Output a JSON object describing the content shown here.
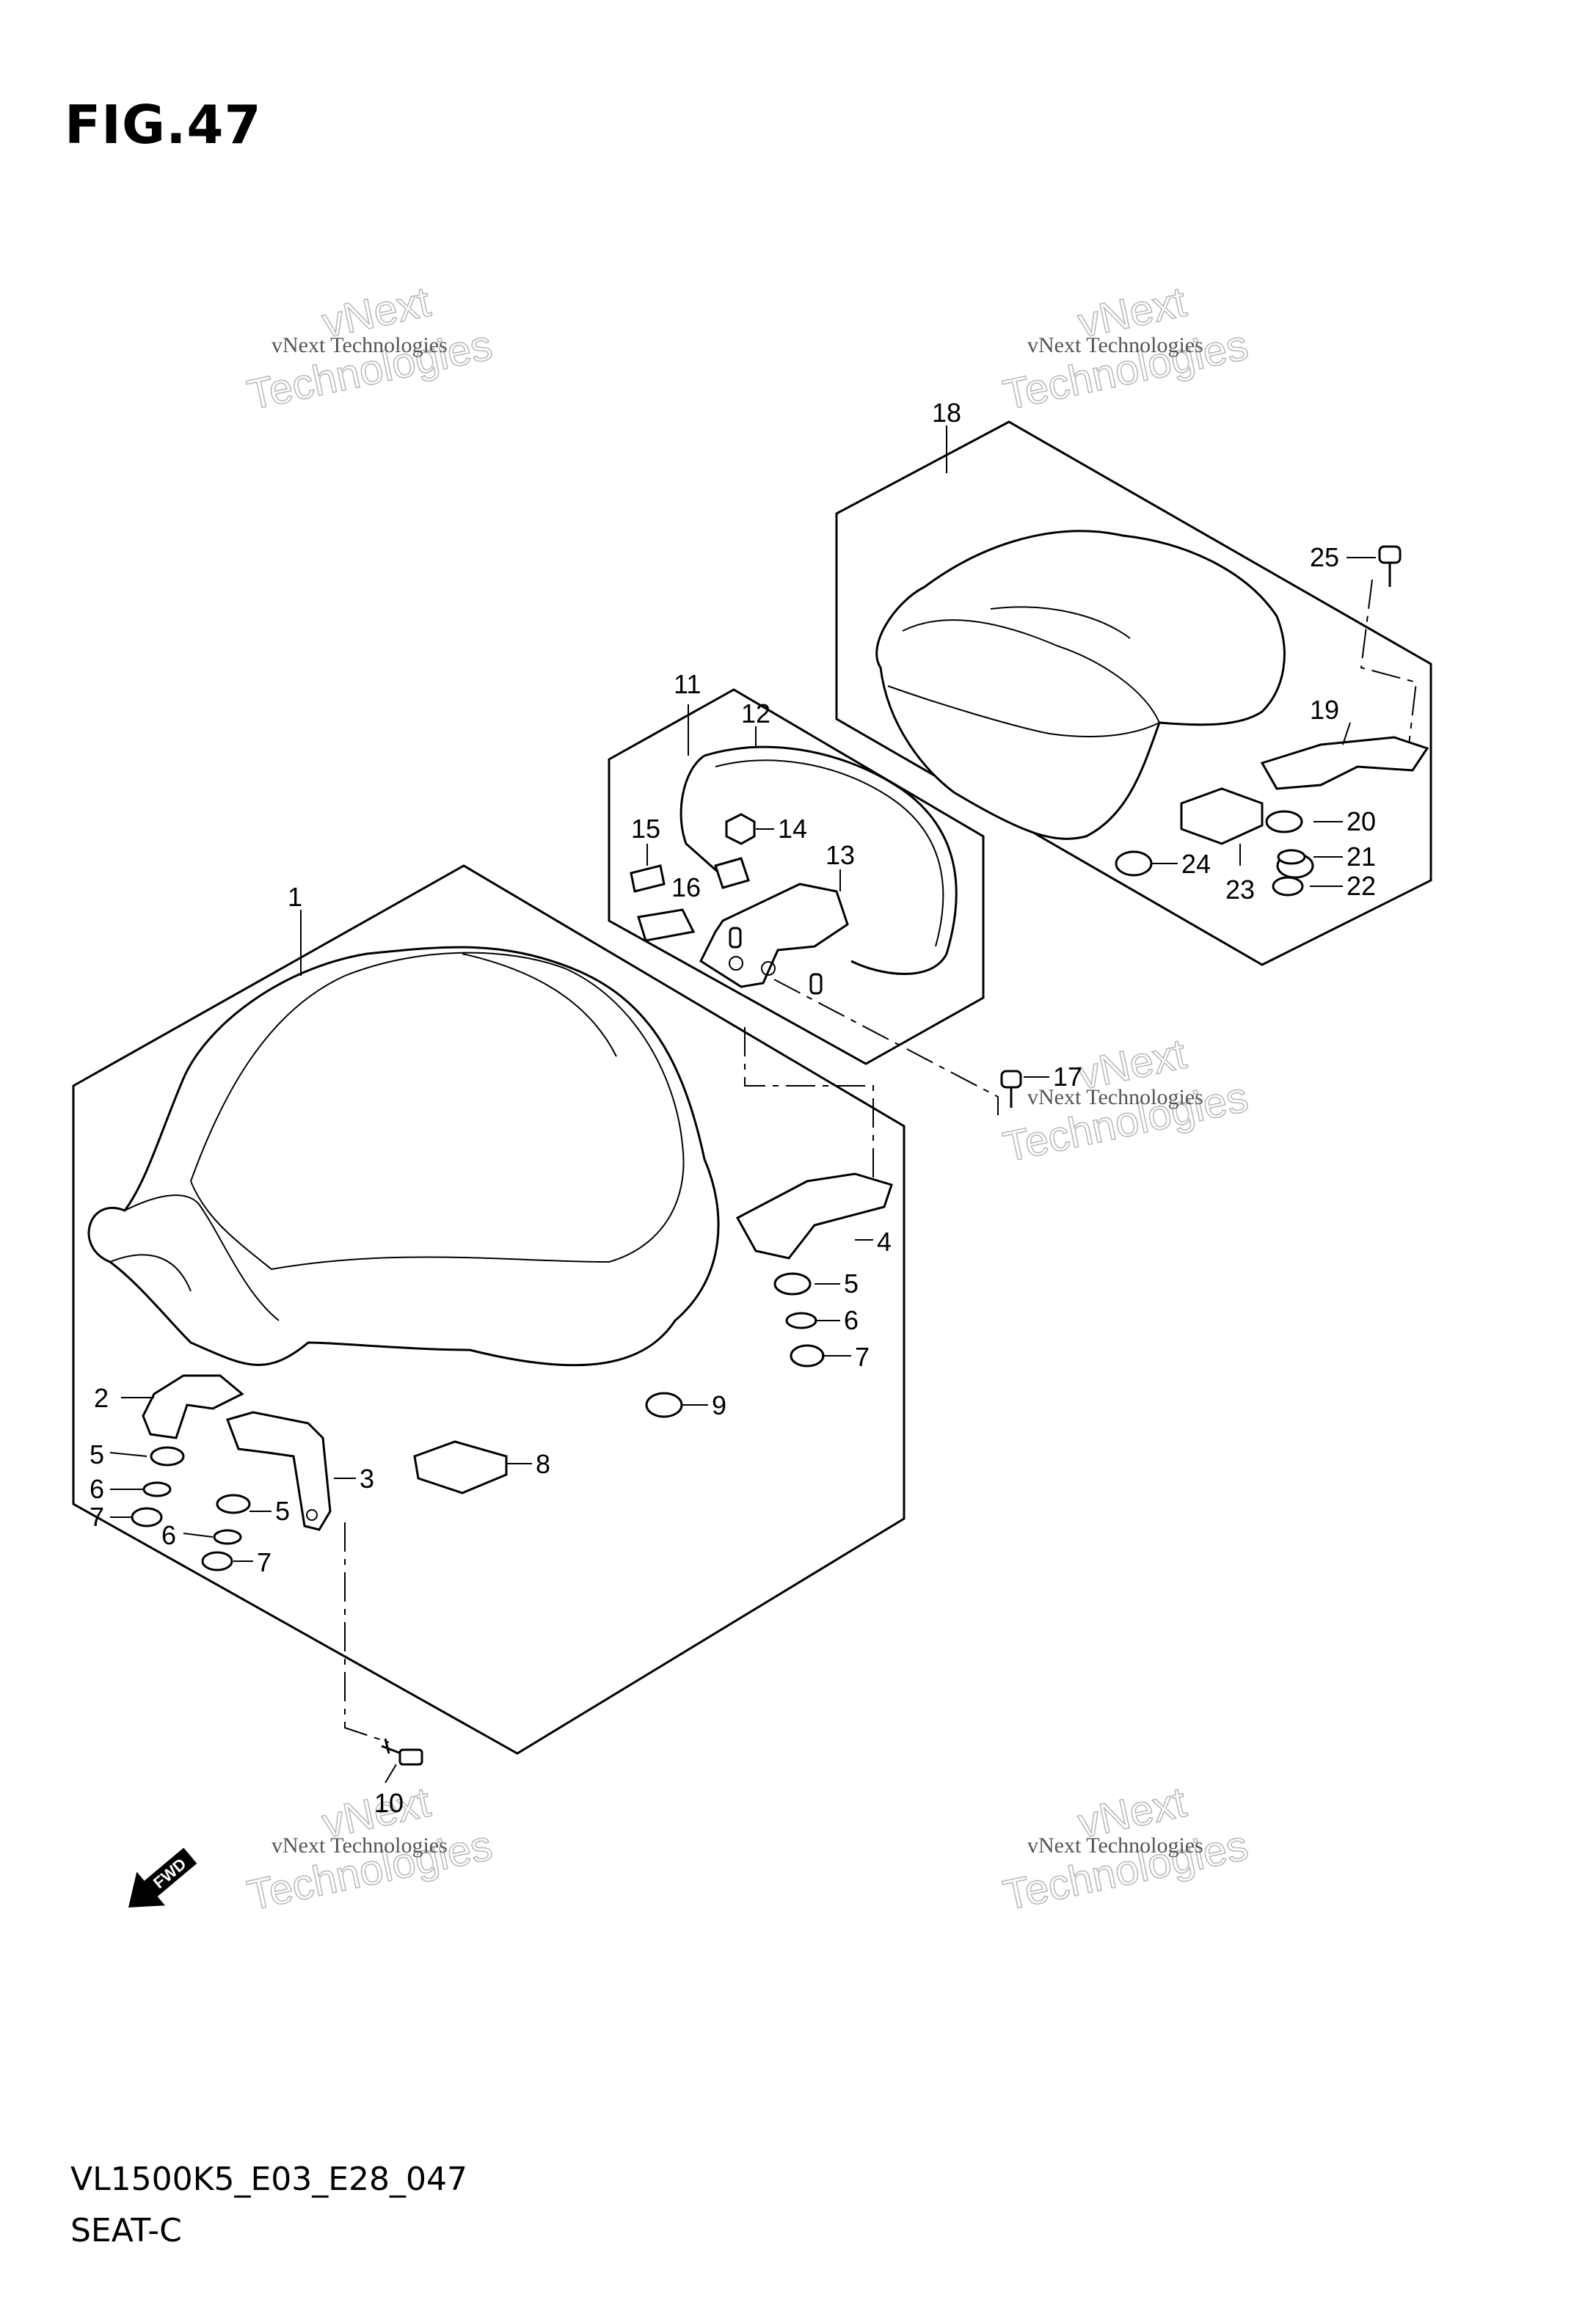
{
  "figure": {
    "title": "FIG.47"
  },
  "footer": {
    "model": "VL1500K5_E03_E28_047",
    "section": "SEAT-C"
  },
  "watermark": {
    "line1": "vNext Technologies",
    "line2": "Technologies",
    "top": "vNext"
  },
  "direction_label": "FWD",
  "callouts": [
    "1",
    "2",
    "3",
    "4",
    "5",
    "5",
    "5",
    "6",
    "6",
    "6",
    "7",
    "7",
    "7",
    "8",
    "9",
    "10",
    "11",
    "12",
    "13",
    "14",
    "15",
    "16",
    "17",
    "18",
    "19",
    "20",
    "21",
    "22",
    "23",
    "24",
    "25"
  ]
}
